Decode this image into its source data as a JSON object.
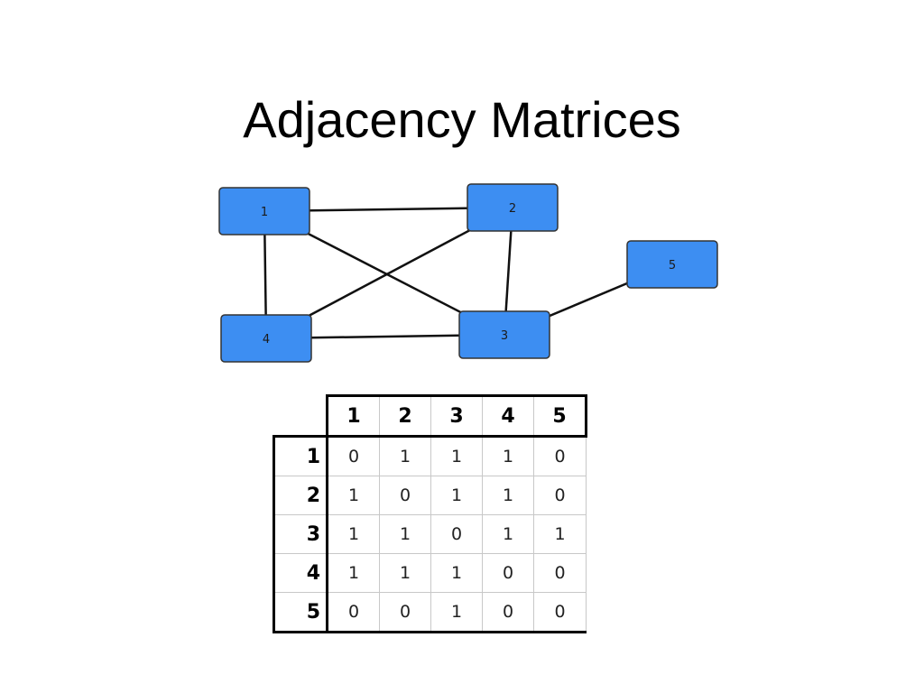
{
  "title": "Adjacency Matrices",
  "graph": {
    "nodes": [
      {
        "id": "1",
        "label": "1"
      },
      {
        "id": "2",
        "label": "2"
      },
      {
        "id": "3",
        "label": "3"
      },
      {
        "id": "4",
        "label": "4"
      },
      {
        "id": "5",
        "label": "5"
      }
    ],
    "edges": [
      [
        "1",
        "2"
      ],
      [
        "1",
        "3"
      ],
      [
        "1",
        "4"
      ],
      [
        "2",
        "3"
      ],
      [
        "2",
        "4"
      ],
      [
        "3",
        "4"
      ],
      [
        "3",
        "5"
      ]
    ],
    "node_color": "#3d8ef2"
  },
  "matrix": {
    "headers": [
      "1",
      "2",
      "3",
      "4",
      "5"
    ],
    "rows": [
      {
        "label": "1",
        "values": [
          "0",
          "1",
          "1",
          "1",
          "0"
        ]
      },
      {
        "label": "2",
        "values": [
          "1",
          "0",
          "1",
          "1",
          "0"
        ]
      },
      {
        "label": "3",
        "values": [
          "1",
          "1",
          "0",
          "1",
          "1"
        ]
      },
      {
        "label": "4",
        "values": [
          "1",
          "1",
          "1",
          "0",
          "0"
        ]
      },
      {
        "label": "5",
        "values": [
          "0",
          "0",
          "1",
          "0",
          "0"
        ]
      }
    ]
  }
}
